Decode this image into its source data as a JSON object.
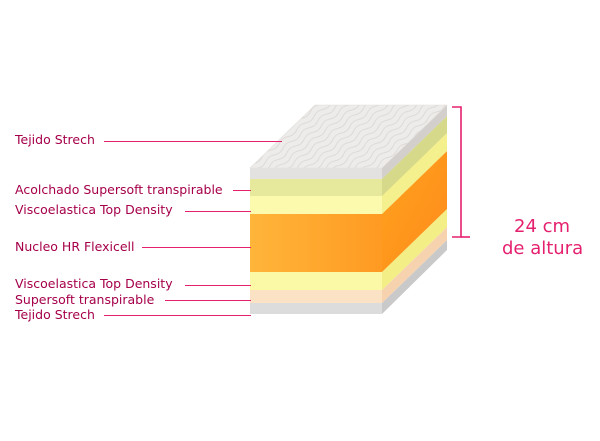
{
  "colors": {
    "accent": "#e5206f",
    "label_text": "#a6004a",
    "fabric": "#e8e6e4",
    "supersoft": "#e8eba0",
    "visco": "#fbf9ad",
    "core": "#ffae2c",
    "supersoft_bottom": "#fbe3c4",
    "fabric_bottom": "#dedede"
  },
  "labels": [
    "Tejido Strech",
    "Acolchado Supersoft transpirable",
    "Viscoelastica Top Density",
    "Nucleo HR Flexicell",
    "Viscoelastica Top Density",
    "Supersoft transpirable",
    "Tejido Strech"
  ],
  "height": {
    "value": "24 cm",
    "caption": "de altura"
  }
}
